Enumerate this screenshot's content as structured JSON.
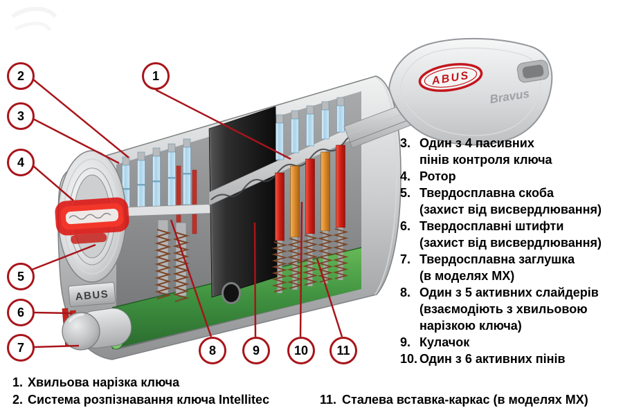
{
  "callouts": [
    "1",
    "2",
    "3",
    "4",
    "5",
    "6",
    "7",
    "8",
    "9",
    "10",
    "11"
  ],
  "legend": {
    "bottom_left": [
      {
        "num": "1.",
        "text": "Хвильова нарізка ключа"
      },
      {
        "num": "2.",
        "text": "Система розпізнавання ключа Intellitec"
      }
    ],
    "right": [
      {
        "num": "3.",
        "text": "Один з 4 пасивних\nпінів контроля ключа"
      },
      {
        "num": "4.",
        "text": "Ротор"
      },
      {
        "num": "5.",
        "text": "Твердосплавна скоба\n(захист від висвердлювання)"
      },
      {
        "num": "6.",
        "text": "Твердосплавні штифти\n(захист від висвердлювання)"
      },
      {
        "num": "7.",
        "text": "Твердосплавна заглушка\n(в моделях MX)"
      },
      {
        "num": "8.",
        "text": "Один з 5 активних слайдерів\n(взаємодіють з хвильовою\nнарізкою ключа)"
      },
      {
        "num": "9.",
        "text": "Кулачок"
      },
      {
        "num": "10.",
        "text": "Один з 6 активних пінів"
      }
    ],
    "bottom_right": {
      "num": "11.",
      "text": "Сталева вставка-каркас (в моделях MX)"
    }
  },
  "diagram": {
    "key_logo": "ABUS",
    "key_model": "Bravus",
    "plate_text": "ABUS"
  },
  "colors": {
    "callout_red": "#a8141a",
    "green_insert": "#3f9140",
    "pin_red": "#d01f14",
    "pin_orange": "#d9882a",
    "pin_blue": "#a9d2ea"
  }
}
